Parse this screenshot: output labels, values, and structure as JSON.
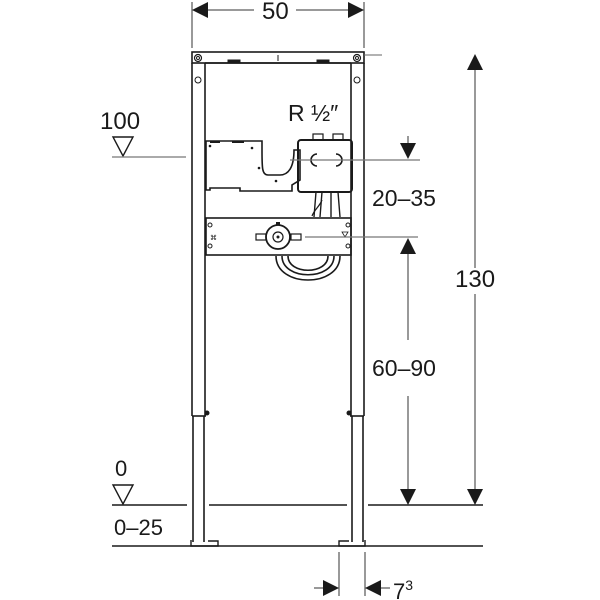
{
  "drawing": {
    "subject": "installation-frame-elevation",
    "line_color": "#1a1a1a",
    "dim_line_color": "#555555",
    "background": "#ffffff"
  },
  "dimensions": {
    "width_top": "50",
    "height_total": "130",
    "connection_label": "R ½″",
    "upper_range": "20–35",
    "lower_range": "60–90",
    "foot_extension": "0–25",
    "leg_offset_base": "7",
    "leg_offset_sup": "3"
  },
  "levels": {
    "upper_level": "100",
    "floor_level": "0"
  }
}
